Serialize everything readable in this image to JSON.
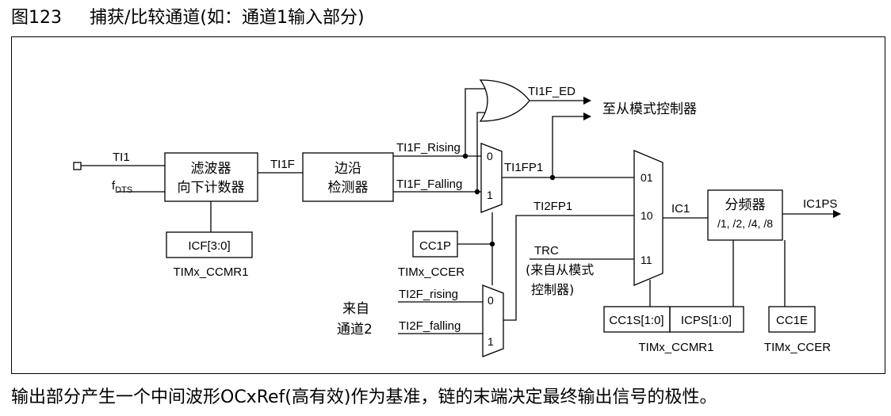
{
  "caption": {
    "figure_no": "图123",
    "title": "捕获/比较通道(如：通道1输入部分)"
  },
  "footer": "输出部分产生一个中间波形OCxRef(高有效)作为基准，链的末端决定最终输出信号的极性。",
  "diagram": {
    "ti1": "TI1",
    "fdts_main": "f",
    "fdts_sub": "DTS",
    "filter_line1": "滤波器",
    "filter_line2": "向下计数器",
    "icf": "ICF[3:0]",
    "ccmr1_left": "TIMx_CCMR1",
    "ti1f": "TI1F",
    "edge_line1": "边沿",
    "edge_line2": "检测器",
    "ti1f_rising": "TI1F_Rising",
    "ti1f_falling": "TI1F_Falling",
    "cc1p": "CC1P",
    "ccer_left": "TIMx_CCER",
    "mux_a_in0": "0",
    "mux_a_in1": "1",
    "mux_b_in0": "0",
    "mux_b_in1": "1",
    "ti1f_ed": "TI1F_ED",
    "to_slave": "至从模式控制器",
    "ti1fp1": "TI1FP1",
    "ti2fp1": "TI2FP1",
    "trc": "TRC",
    "trc_note_line1": "(来自从模式",
    "trc_note_line2": "控制器)",
    "from_ch2_line1": "来自",
    "from_ch2_line2": "通道2",
    "ti2f_rising": "TI2F_rising",
    "ti2f_falling": "TI2F_falling",
    "sel_01": "01",
    "sel_10": "10",
    "sel_11": "11",
    "ic1": "IC1",
    "prescaler_line1": "分频器",
    "prescaler_line2": "/1, /2, /4, /8",
    "ic1ps": "IC1PS",
    "cc1s": "CC1S[1:0]",
    "icps": "ICPS[1:0]",
    "ccmr1_right": "TIMx_CCMR1",
    "cc1e": "CC1E",
    "ccer_right": "TIMx_CCER"
  }
}
